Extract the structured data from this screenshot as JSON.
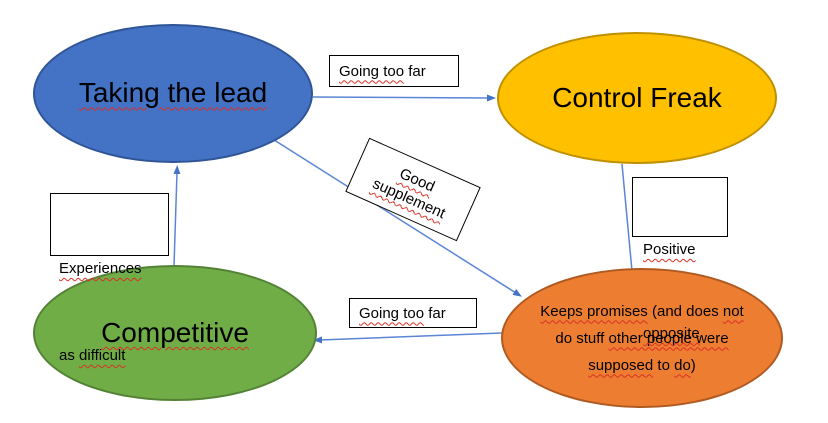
{
  "diagram_type": "concept-map",
  "colors": {
    "background": "#FFFFFF",
    "node_blue_fill": "#4472C4",
    "node_blue_border": "#2F5597",
    "node_yellow_fill": "#FFC000",
    "node_yellow_border": "#BF9000",
    "node_green_fill": "#70AD47",
    "node_green_border": "#548235",
    "node_orange_fill": "#ED7D31",
    "node_orange_border": "#AE5A21",
    "arrow_line": "#5B85D6",
    "arrow_head": "#4472C4",
    "squiggle": "#D93025",
    "label_box_bg": "#FFFFFF",
    "label_box_border": "#000000"
  },
  "nodes": {
    "taking_the_lead": {
      "label": "Taking the lead",
      "shape": "ellipse",
      "color": "#4472C4"
    },
    "control_freak": {
      "label": "Control Freak",
      "shape": "ellipse",
      "color": "#FFC000"
    },
    "competitive": {
      "label": "Competitive",
      "shape": "ellipse",
      "color": "#70AD47"
    },
    "keeps_promises": {
      "full_label": "Keeps promises (and does not do stuff other people were supposed to do)",
      "shape": "ellipse",
      "color": "#ED7D31",
      "line1": [
        {
          "t": "Keeps promises",
          "w": true
        },
        {
          "t": " (and does ",
          "w": false
        },
        {
          "t": "not",
          "w": true
        }
      ],
      "line2": [
        {
          "t": "do stuff ",
          "w": false
        },
        {
          "t": "other people were",
          "w": true
        }
      ],
      "line3": [
        {
          "t": "supposed",
          "w": true
        },
        {
          "t": " to ",
          "w": false
        },
        {
          "t": "do",
          "w": true
        },
        {
          "t": ")",
          "w": false
        }
      ]
    }
  },
  "edge_labels": {
    "going_too_far_top": {
      "full": "Going too far",
      "segs": [
        {
          "t": "Going too",
          "w": true
        },
        {
          "t": " far",
          "w": false
        }
      ]
    },
    "good_supplement": {
      "full": "Good supplement",
      "line1": "Good",
      "line2": "supplement"
    },
    "positive_opposite": {
      "full": "Positive opposite",
      "line1": "Positive",
      "line2": "opposite"
    },
    "experiences_as_difficult": {
      "full": "Experiences as difficult",
      "line1": "Experiences",
      "line2_plain": "as ",
      "line2_wavy": "difficult"
    },
    "going_too_far_bottom": {
      "full": "Going too far",
      "segs": [
        {
          "t": "Going too",
          "w": true
        },
        {
          "t": " far",
          "w": false
        }
      ]
    }
  },
  "edges": [
    {
      "from": "taking_the_lead",
      "to": "control_freak",
      "label": "Going too far"
    },
    {
      "from": "taking_the_lead",
      "to": "keeps_promises",
      "label": "Good supplement"
    },
    {
      "from": "control_freak",
      "to": "keeps_promises",
      "label": "Positive opposite"
    },
    {
      "from": "competitive",
      "to": "taking_the_lead",
      "label": "Experiences as difficult"
    },
    {
      "from": "keeps_promises",
      "to": "competitive",
      "label": "Going too far"
    }
  ]
}
